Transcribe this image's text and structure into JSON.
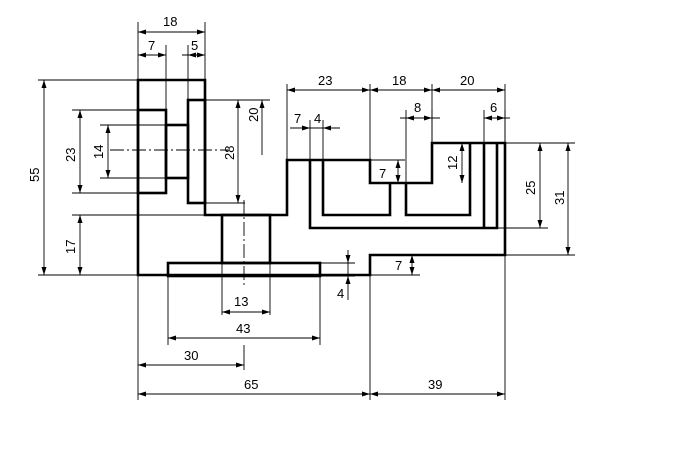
{
  "dimensions": {
    "top_overall_width": "18",
    "top_left_step": "7",
    "top_right_step": "5",
    "top_channel_width": "23",
    "top_middle_width": "18",
    "top_right_width": "20",
    "channel_left_step": "7",
    "channel_left_slot": "4",
    "small_top_slot": "8",
    "right_wall": "6",
    "left_height_23": "23",
    "bore_diameter": "14",
    "inner_height_20": "20",
    "inner_height_28": "28",
    "overall_height": "55",
    "left_base_height": "17",
    "right_height_25": "25",
    "right_height_31": "31",
    "slot_height_7": "7",
    "inner_height_12": "12",
    "step_height_7": "7",
    "base_thickness": "4",
    "neck_width": "13",
    "base_width": "43",
    "center_offset": "30",
    "left_overall_width": "65",
    "right_overall_width": "39"
  }
}
